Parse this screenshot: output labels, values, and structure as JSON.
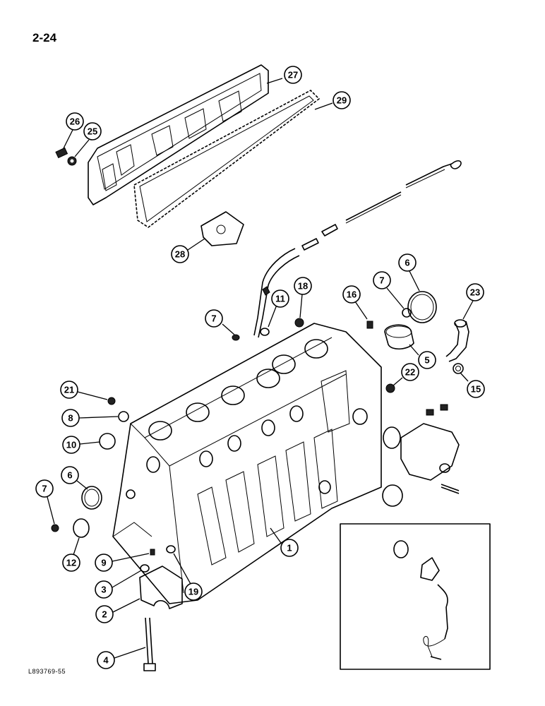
{
  "page": {
    "number": "2-24",
    "figure_code": "L893769-55"
  },
  "callouts": [
    {
      "id": "c27",
      "label": "27"
    },
    {
      "id": "c29",
      "label": "29"
    },
    {
      "id": "c26",
      "label": "26"
    },
    {
      "id": "c25",
      "label": "25"
    },
    {
      "id": "c28",
      "label": "28"
    },
    {
      "id": "c6a",
      "label": "6"
    },
    {
      "id": "c7a",
      "label": "7"
    },
    {
      "id": "c18",
      "label": "18"
    },
    {
      "id": "c11",
      "label": "11"
    },
    {
      "id": "c16",
      "label": "16"
    },
    {
      "id": "c23",
      "label": "23"
    },
    {
      "id": "c7b",
      "label": "7"
    },
    {
      "id": "c5",
      "label": "5"
    },
    {
      "id": "c22",
      "label": "22"
    },
    {
      "id": "c15",
      "label": "15"
    },
    {
      "id": "c21",
      "label": "21"
    },
    {
      "id": "c8",
      "label": "8"
    },
    {
      "id": "c10",
      "label": "10"
    },
    {
      "id": "c6b",
      "label": "6"
    },
    {
      "id": "c7c",
      "label": "7"
    },
    {
      "id": "c1",
      "label": "1"
    },
    {
      "id": "c12",
      "label": "12"
    },
    {
      "id": "c9",
      "label": "9"
    },
    {
      "id": "c3",
      "label": "3"
    },
    {
      "id": "c19",
      "label": "19"
    },
    {
      "id": "c2",
      "label": "2"
    },
    {
      "id": "c4",
      "label": "4"
    }
  ]
}
